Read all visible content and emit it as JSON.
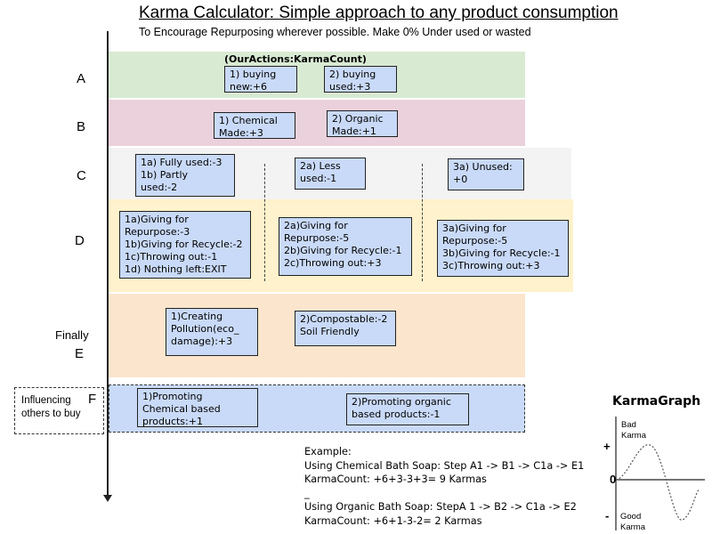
{
  "header": {
    "title": "Karma Calculator: Simple approach to any product consumption",
    "subtitle": "To Encourage Repurposing wherever possible. Make 0% Under used or wasted"
  },
  "row_labels": {
    "A": "A",
    "B": "B",
    "C": "C",
    "D": "D",
    "E_prefix": "Finally",
    "E": "E",
    "F": "F"
  },
  "influencing_label": "Influencing\nothers to buy",
  "section_header": "(OurActions:KarmaCount)",
  "nodes": {
    "a1": "1) buying\nnew:+6",
    "a2": "2) buying\nused:+3",
    "b1": "1) Chemical\nMade:+3",
    "b2": "2) Organic\nMade:+1",
    "c1": "1a)  Fully used:-3\n1b)  Partly\nused:-2",
    "c2": "2a)  Less\nused:-1",
    "c3": "3a)  Unused:\n+0",
    "d1": "1a)Giving for\nRepurpose:-3\n1b)Giving for Recycle:-2\n1c)Throwing out:-1\n1d)  Nothing left:EXIT",
    "d2": "2a)Giving for\nRepurpose:-5\n2b)Giving for Recycle:-1\n2c)Throwing out:+3",
    "d3": "3a)Giving for\nRepurpose:-5\n3b)Giving for Recycle:-1\n3c)Throwing out:+3",
    "e1": "1)Creating\nPollution(eco_\ndamage):+3",
    "e2": "2)Compostable:-2\nSoil Friendly",
    "f1": "1)Promoting\nChemical based\nproducts:+1",
    "f2": "2)Promoting organic\nbased products:-1"
  },
  "example": {
    "heading": "Example:",
    "line1": "Using Chemical Bath Soap: Step A1 -> B1 -> C1a -> E1",
    "line2": "KarmaCount: +6+3-3+3= 9 Karmas",
    "separator": "_",
    "line3": "Using Organic Bath Soap: StepA 1 -> B2 -> C1a -> E2",
    "line4": "KarmaCount: +6+1-3-2= 2 Karmas"
  },
  "karma_graph": {
    "title": "KarmaGraph",
    "bad_label": "Bad\nKarma",
    "plus": "+",
    "zero": "0",
    "minus": "-",
    "good_label": "Good\nKarma"
  },
  "colors": {
    "band_A": "#d9ead3",
    "band_B": "#ead1dc",
    "band_C": "#f3f3f3",
    "band_D": "#fff2cc",
    "band_E": "#fce5cd",
    "band_F": "#c9daf8",
    "node": "#c9daf8"
  }
}
